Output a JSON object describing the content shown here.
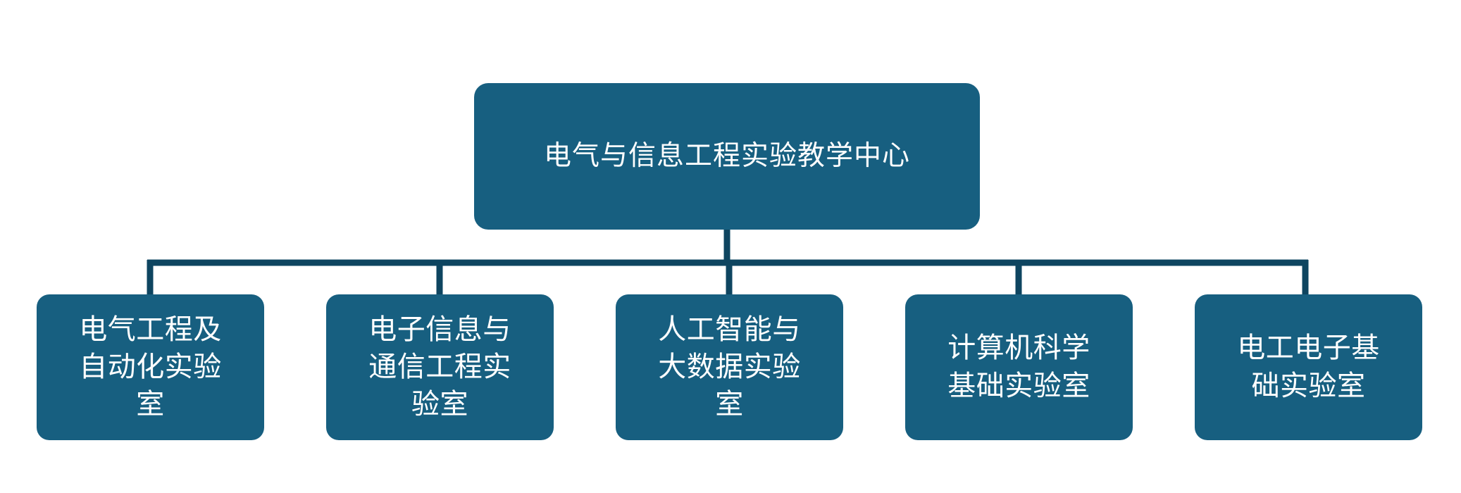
{
  "diagram": {
    "type": "organization-chart",
    "orientation": "top-down",
    "levels": 2,
    "colors": {
      "node_fill": "#175F80",
      "node_text": "#FFFFFF",
      "connector": "#0E4560",
      "background": "#FFFFFF"
    },
    "root": {
      "label": "电气与信息工程实验教学中心"
    },
    "children": [
      {
        "label": "电气工程及\n自动化实验\n室"
      },
      {
        "label": "电子信息与\n通信工程实\n验室"
      },
      {
        "label": "人工智能与\n大数据实验\n室"
      },
      {
        "label": "计算机科学\n基础实验室"
      },
      {
        "label": "电工电子基\n础实验室"
      }
    ]
  }
}
